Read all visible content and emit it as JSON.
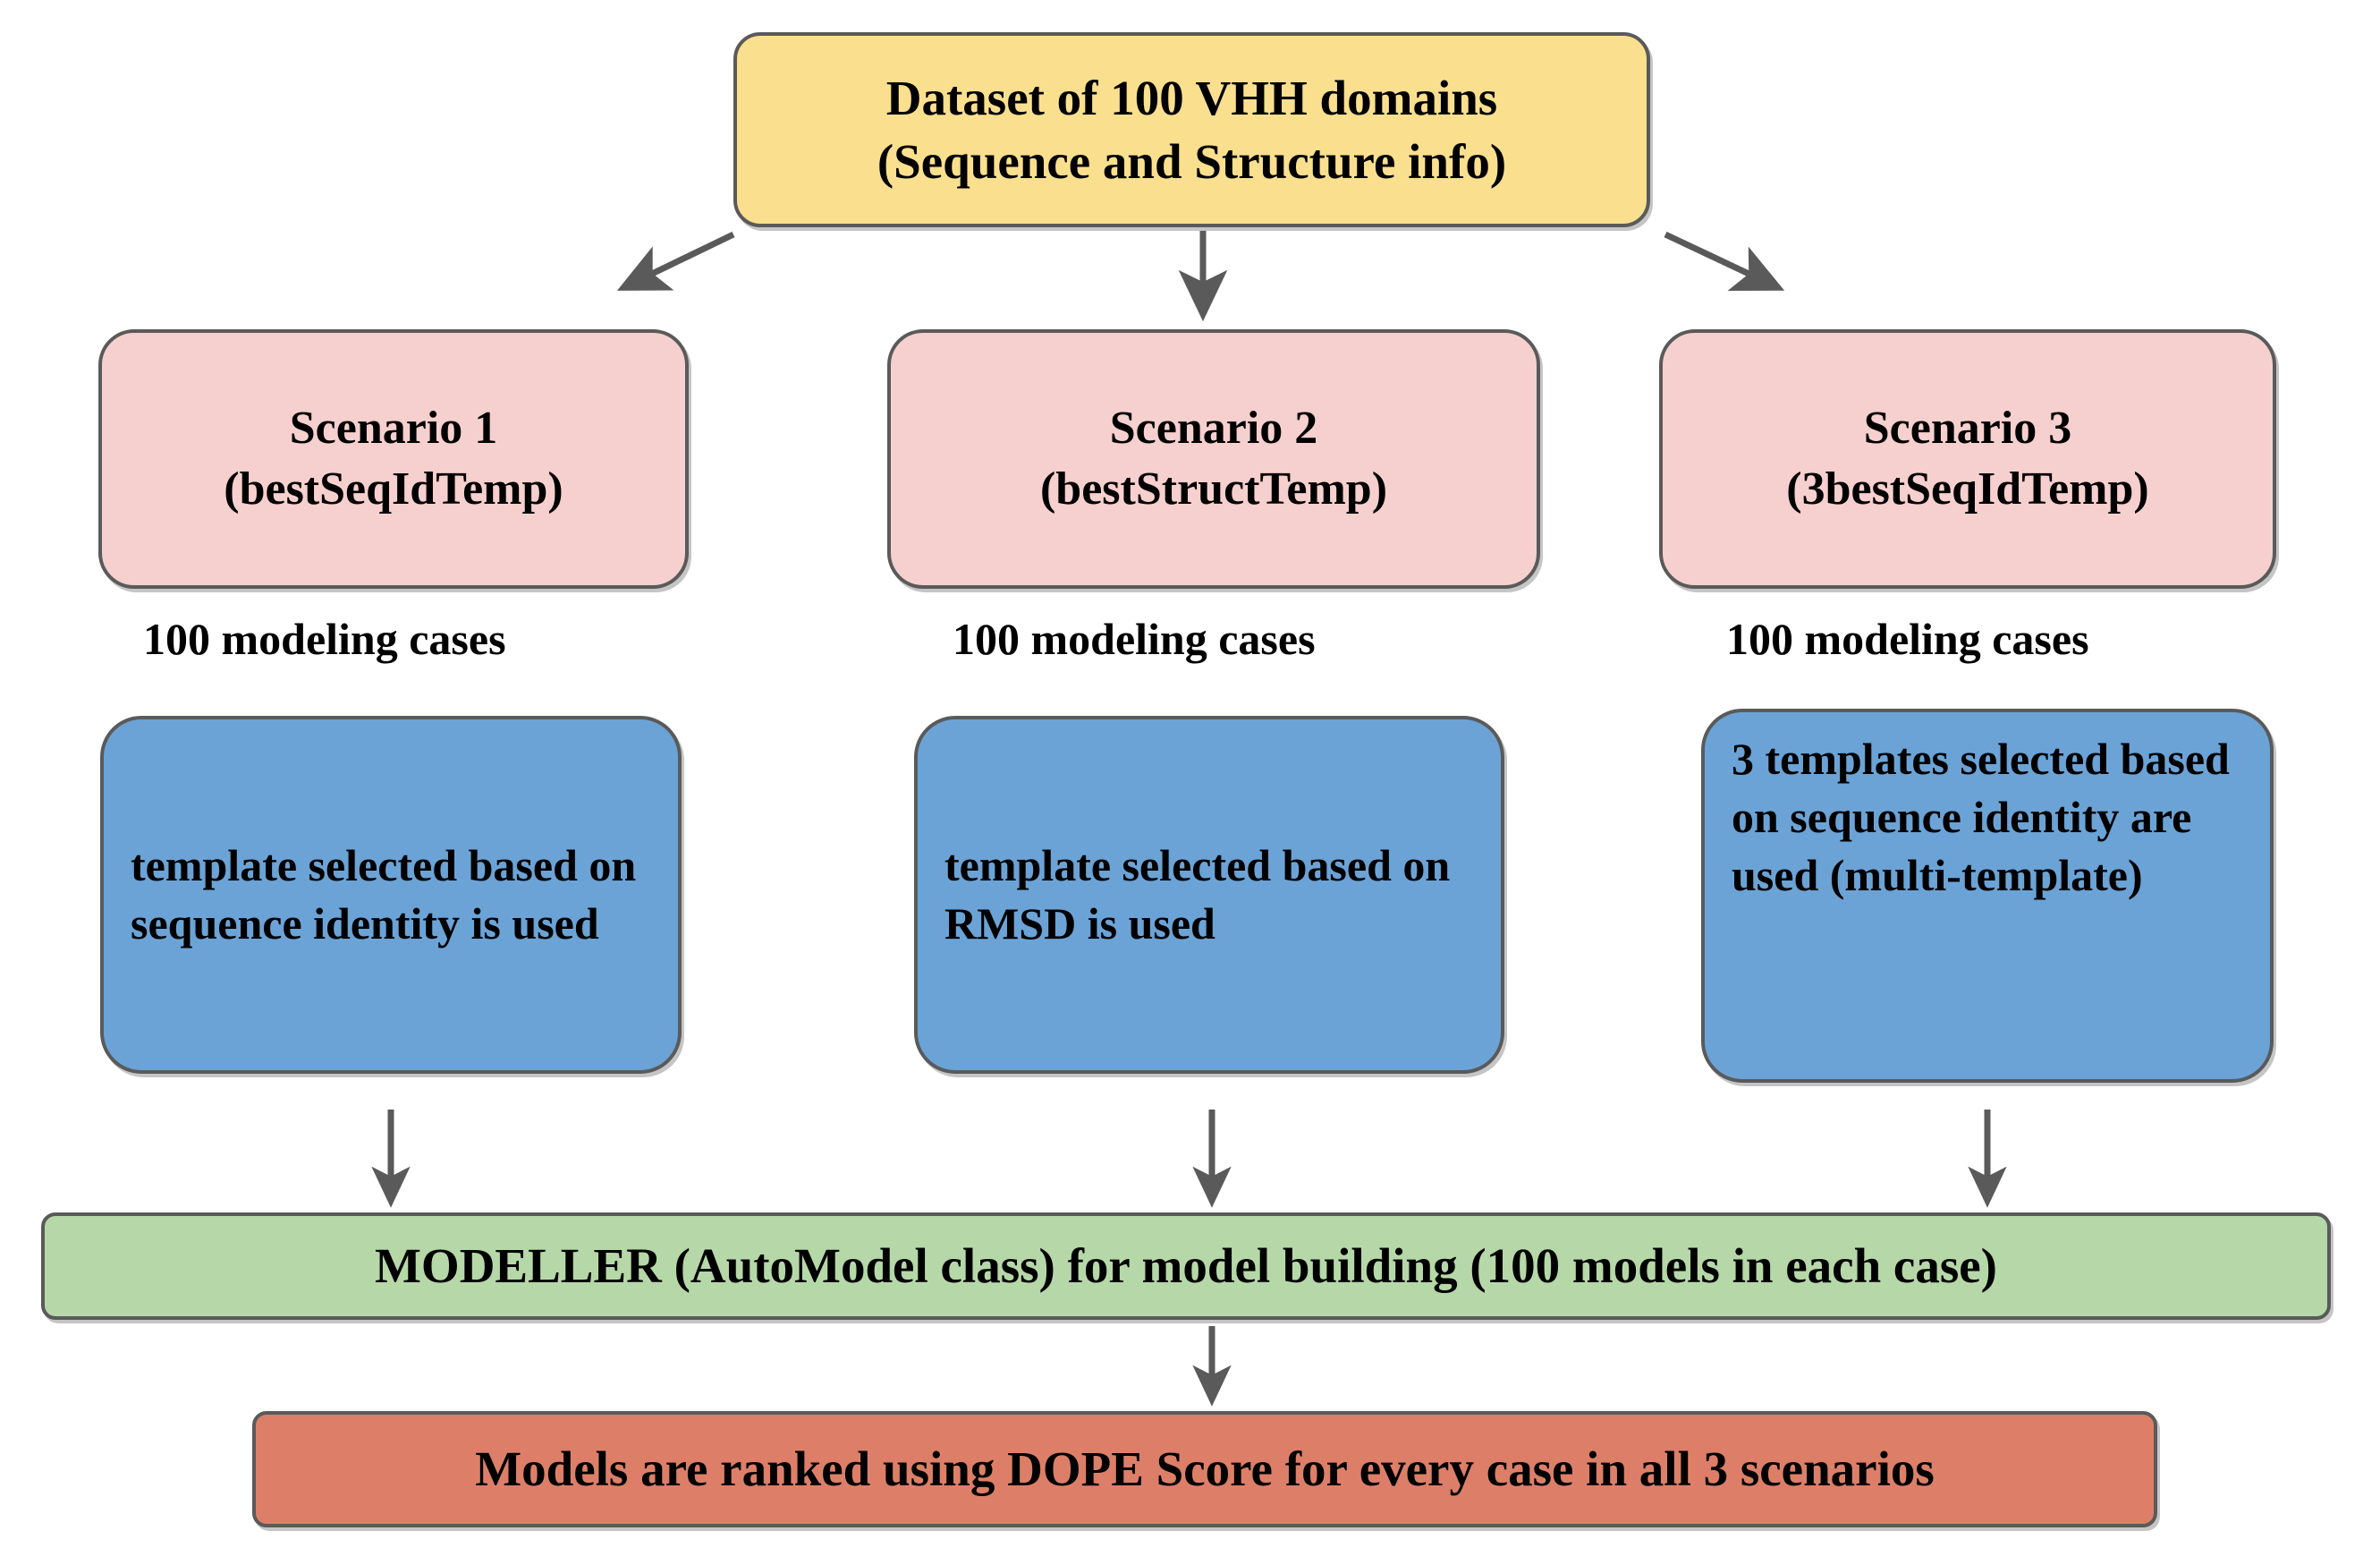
{
  "diagram": {
    "title_node": {
      "id": "dataset",
      "label": "Dataset of 100 VHH domains\n(Sequence and Structure info)",
      "line1": "Dataset of 100 VHH domains",
      "line2": "(Sequence and Structure info)",
      "color": "#fadf8e"
    },
    "scenarios": [
      {
        "id": "scenario-1",
        "line1": "Scenario 1",
        "line2": "(bestSeqIdTemp)",
        "cases_label": "100 modeling cases",
        "template_text": "template selected based on sequence identity is used",
        "color": "#f6d0ce",
        "template_color": "#6ba3d6"
      },
      {
        "id": "scenario-2",
        "line1": "Scenario 2",
        "line2": "(bestStructTemp)",
        "cases_label": "100 modeling cases",
        "template_text": "template  selected based on RMSD is used",
        "color": "#f6d0ce",
        "template_color": "#6ba3d6"
      },
      {
        "id": "scenario-3",
        "line1": "Scenario 3",
        "line2": "(3bestSeqIdTemp)",
        "cases_label": "100 modeling cases",
        "template_text": "3 templates selected based on sequence identity are used (multi-template)",
        "color": "#f6d0ce",
        "template_color": "#6ba3d6"
      }
    ],
    "modeller_bar": {
      "id": "modeller",
      "label": "MODELLER (AutoModel class) for model building (100  models in each case)",
      "color": "#b6d8a8"
    },
    "dope_bar": {
      "id": "dope",
      "label": "Models are ranked using DOPE Score for every case in all  3 scenarios",
      "color": "#dd7f68"
    },
    "arrow_color": "#5a5a5a"
  }
}
